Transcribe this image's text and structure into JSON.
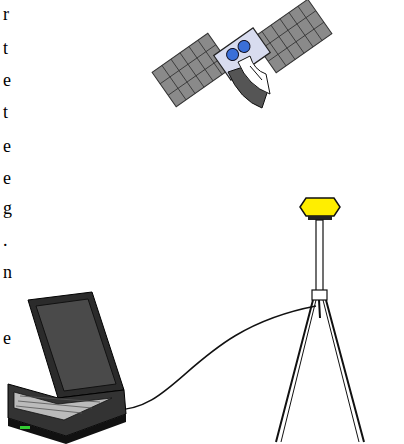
{
  "diagram": {
    "labels": [
      "r",
      "t",
      "e",
      "t",
      "e",
      "e",
      "g",
      ".",
      "n",
      "e"
    ]
  }
}
